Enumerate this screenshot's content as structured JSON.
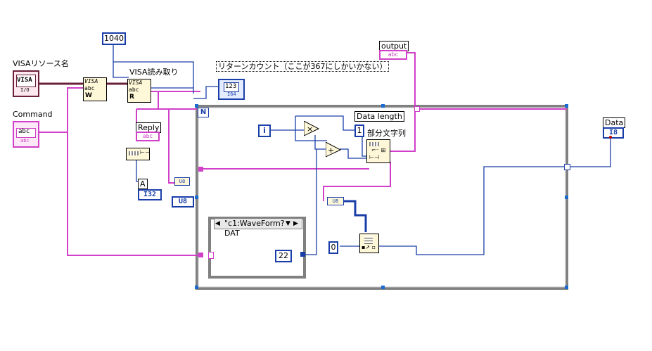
{
  "labels": {
    "visa_resource": "VISAリソース名",
    "command": "Command",
    "visa_read": "VISA読み取り",
    "const_1040": "1040",
    "return_count": "リターンカウント（ここが367にしかいかない）",
    "output": "output",
    "reply": "Reply",
    "a_label": "A",
    "data_length": "Data length",
    "substring": "部分文字列",
    "data": "Data",
    "iteration": "i",
    "const_22": "22",
    "const_0": "0",
    "const_1": "1",
    "case_selector": "\"c1:WaveForm? DAT",
    "loop_count": "N",
    "num_123": "123"
  },
  "terminals": {
    "visa": "VISA",
    "abc": "abc",
    "i32": "I32",
    "u8": "U8",
    "i8": "I8",
    "i64": "I64",
    "io": "I/O"
  },
  "colors": {
    "string_wire": "#d040c8",
    "numeric_wire": "#1a3ea8",
    "visa_wire": "#6a1f3a",
    "loop_border": "#808080",
    "tunnel": "#1a6ad0"
  }
}
